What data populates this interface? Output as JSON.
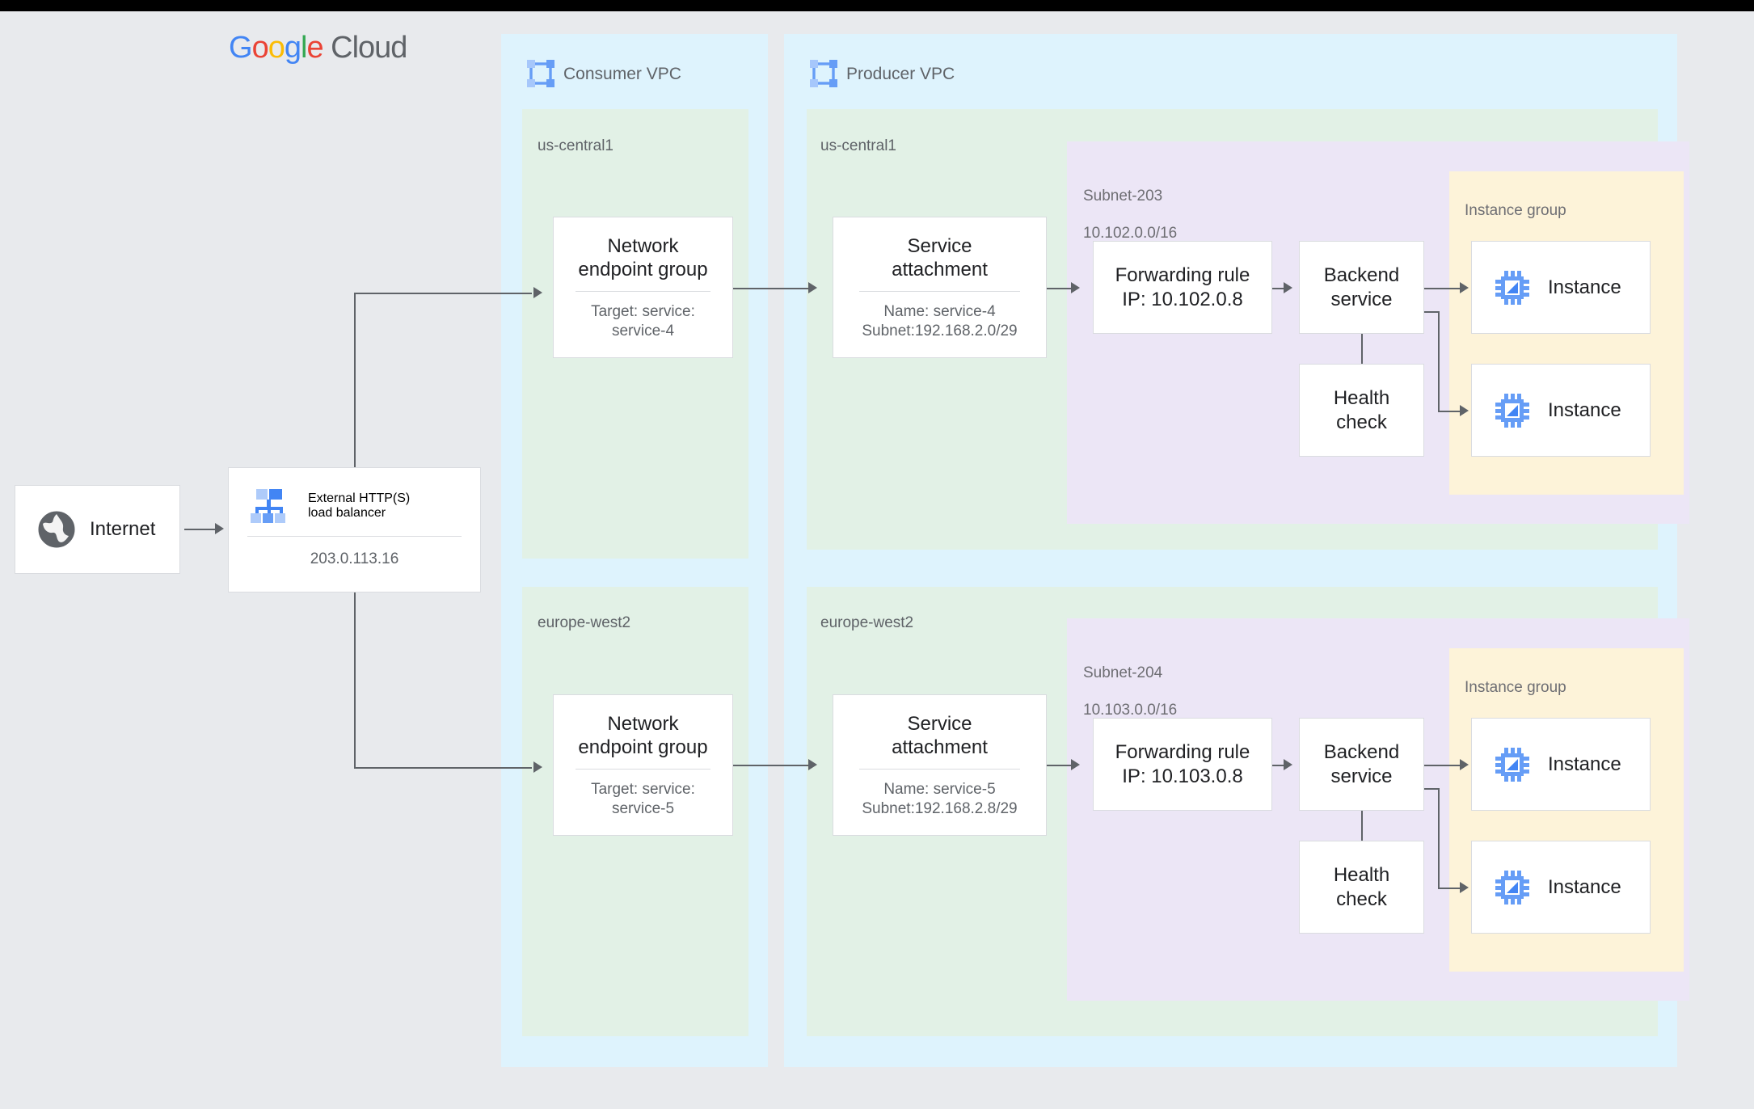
{
  "brand": {
    "logo_parts": [
      {
        "text": "G",
        "color": "#4285F4"
      },
      {
        "text": "o",
        "color": "#EA4335"
      },
      {
        "text": "o",
        "color": "#FBBC05"
      },
      {
        "text": "g",
        "color": "#4285F4"
      },
      {
        "text": "l",
        "color": "#34A853"
      },
      {
        "text": "e",
        "color": "#EA4335"
      },
      {
        "text": " Cloud",
        "color": "#5F6368"
      }
    ],
    "logo_text": "Google Cloud"
  },
  "colors": {
    "page_background": "#e8eaed",
    "vpc_background": "#def3fd",
    "region_background": "#e2f1e6",
    "subnet_background": "#ece6f6",
    "instance_group_background": "#fdf3d9",
    "card_background": "#ffffff",
    "connector": "#5f6368",
    "text_primary": "#202124",
    "text_secondary": "#5f6368",
    "icon_blue": "#669df6"
  },
  "internet": {
    "label": "Internet",
    "icon": "globe-icon"
  },
  "load_balancer": {
    "title_line1": "External HTTP(S)",
    "title_line2": "load balancer",
    "ip": "203.0.113.16",
    "icon": "load-balancer-icon"
  },
  "consumer_vpc": {
    "title": "Consumer VPC",
    "icon": "vpc-network-icon",
    "regions": [
      {
        "name": "us-central1",
        "neg": {
          "title_line1": "Network",
          "title_line2": "endpoint group",
          "sub_line1": "Target: service:",
          "sub_line2": "service-4"
        }
      },
      {
        "name": "europe-west2",
        "neg": {
          "title_line1": "Network",
          "title_line2": "endpoint group",
          "sub_line1": "Target: service:",
          "sub_line2": "service-5"
        }
      }
    ]
  },
  "producer_vpc": {
    "title": "Producer VPC",
    "icon": "vpc-network-icon",
    "regions": [
      {
        "name": "us-central1",
        "service_attachment": {
          "title_line1": "Service",
          "title_line2": "attachment",
          "sub_line1": "Name: service-4",
          "sub_line2": "Subnet:192.168.2.0/29"
        },
        "subnet": {
          "name": "Subnet-203",
          "cidr": "10.102.0.0/16"
        },
        "forwarding_rule": {
          "line1": "Forwarding rule",
          "line2": "IP: 10.102.0.8"
        },
        "backend_service": {
          "line1": "Backend",
          "line2": "service"
        },
        "health_check": {
          "line1": "Health",
          "line2": "check"
        },
        "instance_group": {
          "label": "Instance group",
          "instances": [
            {
              "label": "Instance",
              "icon": "instance-chip-icon"
            },
            {
              "label": "Instance",
              "icon": "instance-chip-icon"
            }
          ]
        }
      },
      {
        "name": "europe-west2",
        "service_attachment": {
          "title_line1": "Service",
          "title_line2": "attachment",
          "sub_line1": "Name: service-5",
          "sub_line2": "Subnet:192.168.2.8/29"
        },
        "subnet": {
          "name": "Subnet-204",
          "cidr": "10.103.0.0/16"
        },
        "forwarding_rule": {
          "line1": "Forwarding rule",
          "line2": "IP: 10.103.0.8"
        },
        "backend_service": {
          "line1": "Backend",
          "line2": "service"
        },
        "health_check": {
          "line1": "Health",
          "line2": "check"
        },
        "instance_group": {
          "label": "Instance group",
          "instances": [
            {
              "label": "Instance",
              "icon": "instance-chip-icon"
            },
            {
              "label": "Instance",
              "icon": "instance-chip-icon"
            }
          ]
        }
      }
    ]
  }
}
